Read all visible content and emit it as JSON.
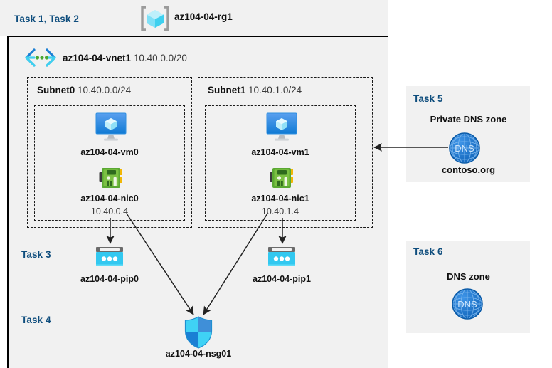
{
  "diagram": {
    "title_bar": {
      "task_label": "Task 1, Task 2",
      "resource_group_name": "az104-04-rg1",
      "resource_group_icon": "resource-group-cube-icon"
    },
    "vnet": {
      "name": "az104-04-vnet1",
      "cidr": "10.40.0.0/20",
      "icon": "virtual-network-icon"
    },
    "subnets": [
      {
        "name": "Subnet0",
        "cidr": "10.40.0.0/24",
        "vm": {
          "name": "az104-04-vm0",
          "icon": "virtual-machine-icon"
        },
        "nic": {
          "name": "az104-04-nic0",
          "ip": "10.40.0.4",
          "icon": "network-interface-icon"
        }
      },
      {
        "name": "Subnet1",
        "cidr": "10.40.1.0/24",
        "vm": {
          "name": "az104-04-vm1",
          "icon": "virtual-machine-icon"
        },
        "nic": {
          "name": "az104-04-nic1",
          "ip": "10.40.1.4",
          "icon": "network-interface-icon"
        }
      }
    ],
    "task3": {
      "label": "Task 3",
      "public_ips": [
        {
          "name": "az104-04-pip0",
          "icon": "public-ip-address-icon"
        },
        {
          "name": "az104-04-pip1",
          "icon": "public-ip-address-icon"
        }
      ]
    },
    "task4": {
      "label": "Task 4",
      "nsg": {
        "name": "az104-04-nsg01",
        "icon": "network-security-group-shield-icon"
      }
    },
    "task5": {
      "label": "Task 5",
      "zone_title": "Private DNS zone",
      "zone_name": "contoso.org",
      "icon": "dns-globe-icon",
      "icon_text": "DNS"
    },
    "task6": {
      "label": "Task 6",
      "zone_title": "DNS zone",
      "icon": "dns-globe-icon",
      "icon_text": "DNS"
    },
    "colors": {
      "panel_bg": "#f1f1f1",
      "page_bg": "#ffffff",
      "task_label": "#0e4d7d",
      "text": "#111111",
      "muted_text": "#3a3a3a",
      "border": "#1a1a1a",
      "azure_blue": "#0078d4",
      "cyan": "#32c8f0",
      "nic_green": "#7fba42",
      "dns_blue": "#1f72c4",
      "arrow": "#222222"
    }
  }
}
